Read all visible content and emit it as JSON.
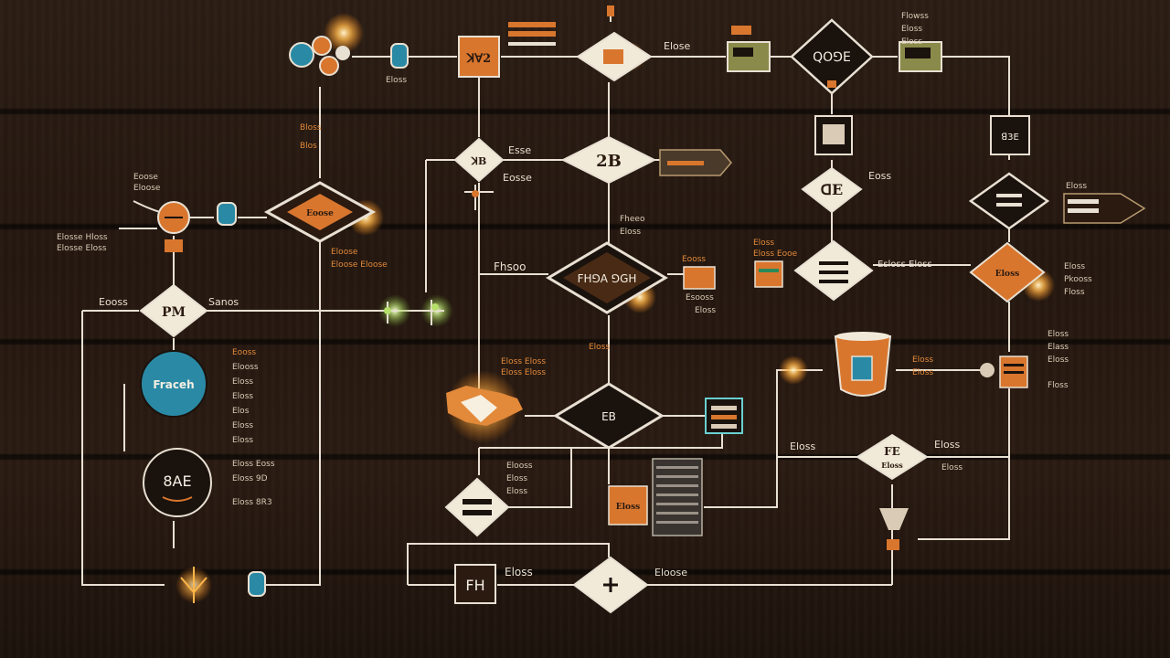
{
  "colors": {
    "line": "#e8e0d2",
    "orange": "#d9762e",
    "teal": "#2a8aa5",
    "dark": "#1a120d",
    "glow": "#ffb64a"
  },
  "labels": {
    "top_card_1": "ꓘꓯ2",
    "top_diamond_1_side": "Elose",
    "top_diamond_2": "QO⅁E",
    "top_right_stack": [
      "Flowss",
      "Eloss",
      "Eloss"
    ],
    "mid_diamond_1_side": "Esse",
    "mid_diamond_1_below": "Eosse",
    "mid_diamond_2": "2B",
    "left_top_label": [
      "Bloss",
      "Blos"
    ],
    "left_rows": [
      "Elosse Hloss",
      "Elosse Eloss"
    ],
    "left_small_label": [
      "Eoose",
      "Eloose"
    ],
    "left_diamond_orange": "Eoose",
    "left_diamond_orange_below": [
      "Eloose",
      "Eloose Eloose"
    ],
    "right_diamond_1": "ᗡE",
    "right_diamond_1_side": "Eoss",
    "right_diamond_2_side": [
      "Eloss",
      "Eloss Eooe"
    ],
    "side_label_fhsoo": "Fhsoo",
    "central_orange_diamond": "FH⅁A ⅁GH",
    "small_right_labels": [
      "Eooss",
      "Esooss",
      "Eloss"
    ],
    "right_flow_label": "Esloss Eloss",
    "right_orange_diamond": "Eloss",
    "far_right_texts": [
      "Eloss",
      "Pkooss",
      "Floss"
    ],
    "left_diamond_pm": "PM",
    "left_diamond_pm_left": "Eooss",
    "left_diamond_pm_right": "Sanos",
    "teal_circle": "Fraceh",
    "dark_circle": "8AE",
    "list_block": [
      "Eooss",
      "Elooss",
      "Eloss",
      "Eloss",
      "Elos",
      "Eloss",
      "Eloss",
      "Eloss Eoss",
      "Eloss 9D",
      "Eloss 8R3"
    ],
    "mid_orange_text": "Eloss",
    "mid_orange_text2": [
      "Eloss Eloss",
      "Eloss Eloss"
    ],
    "dark_diamond_mid": "EB",
    "bottom_small": [
      "Elooss",
      "Eloss",
      "Eloss"
    ],
    "cup_side": "Eloss",
    "far_right_mid": [
      "Eloss",
      "Elass",
      "Eloss",
      "Floss"
    ],
    "right_lower_diamond": "FE",
    "right_lower_diamond_sub": "Eloss",
    "right_lower_left": "Eloss",
    "right_lower_right": [
      "Eloss",
      "Eloss"
    ],
    "orange_box_bottom": "Eloss",
    "bottom_card": "FH",
    "bottom_card_side": "Eloss",
    "bottom_diamond_side": "Eloose"
  }
}
